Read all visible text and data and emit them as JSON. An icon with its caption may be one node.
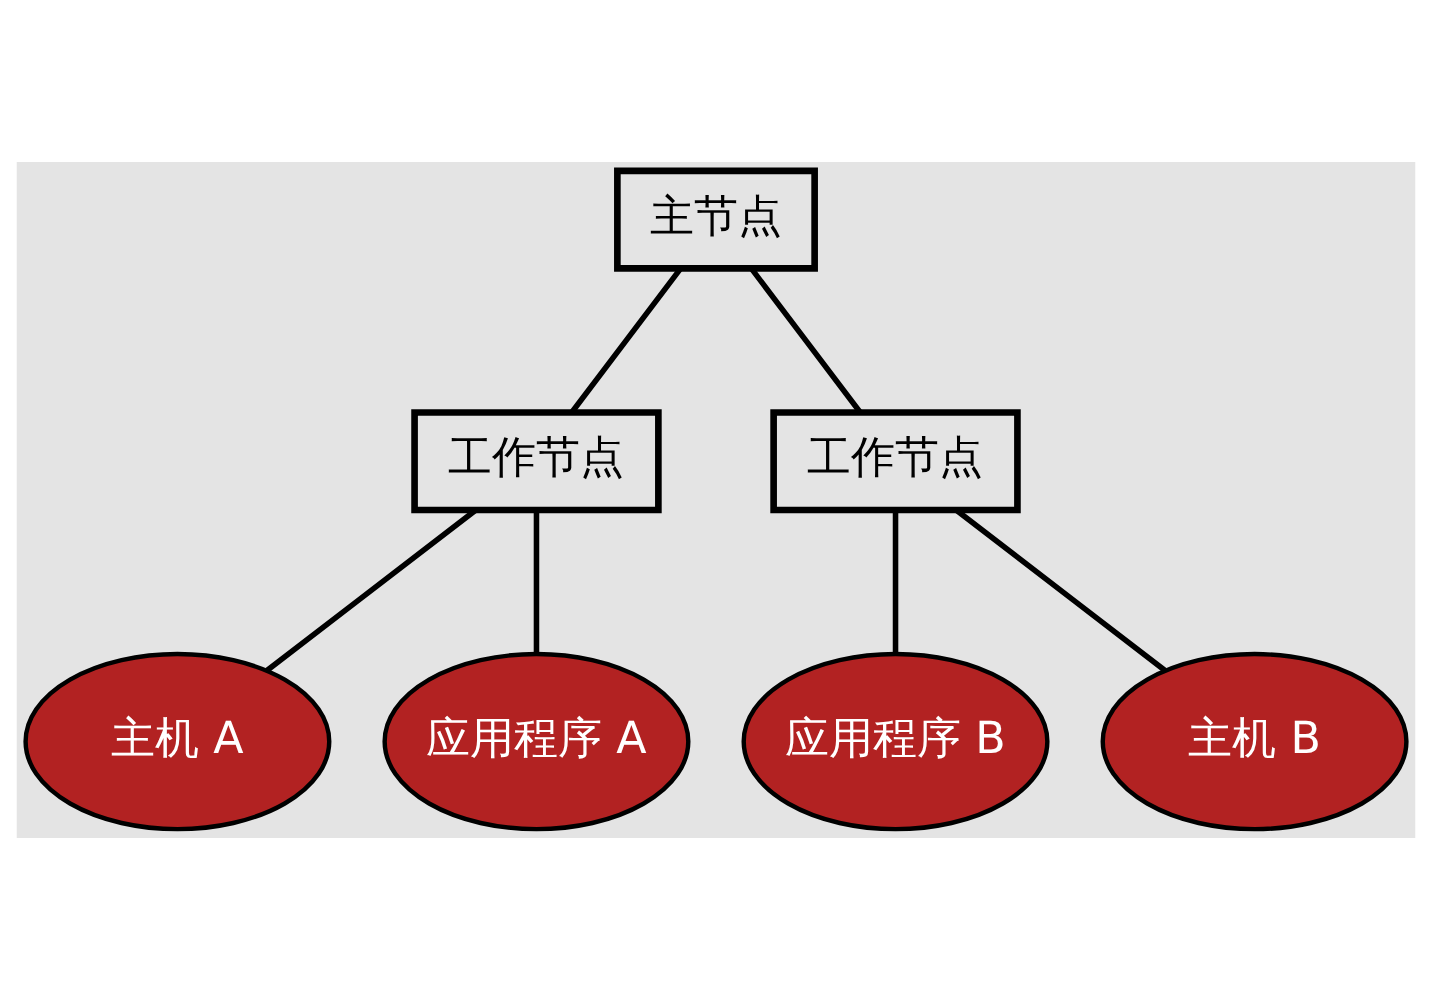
{
  "diagram": {
    "nodes": [
      {
        "text": [
          "主节点"
        ]
      },
      {
        "text": [
          "工作节点"
        ]
      },
      {
        "text": [
          "工作节点"
        ]
      },
      {
        "text": [
          "主机 A"
        ]
      },
      {
        "text": [
          "应用程序 A"
        ]
      },
      {
        "text": [
          "应用程序 B"
        ]
      },
      {
        "text": [
          "主机 B"
        ]
      }
    ],
    "edges": [
      {
        "from": 0,
        "to": 1,
        "arrow": "none"
      },
      {
        "from": 0,
        "to": 2,
        "arrow": "none"
      },
      {
        "from": 1,
        "to": 3,
        "arrow": "none"
      },
      {
        "from": 1,
        "to": 4,
        "arrow": "none"
      },
      {
        "from": 2,
        "to": 5,
        "arrow": "none"
      },
      {
        "from": 2,
        "to": 6,
        "arrow": "none"
      }
    ]
  }
}
